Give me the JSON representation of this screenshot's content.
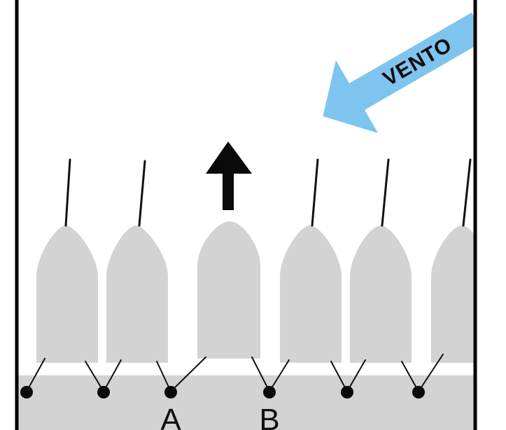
{
  "diagram": {
    "wind_label": "VENTO",
    "mooring_labels": [
      "A",
      "B"
    ],
    "boat_count": 6,
    "moving_boat_index": 2,
    "colors": {
      "background": "#ffffff",
      "frame": "#000000",
      "boat_hull": "#d4d3d4",
      "quay": "#d4d3d4",
      "wind_arrow": "#7ec4ee",
      "lines": "#111111",
      "direction_arrow": "#0a0a0a"
    }
  }
}
